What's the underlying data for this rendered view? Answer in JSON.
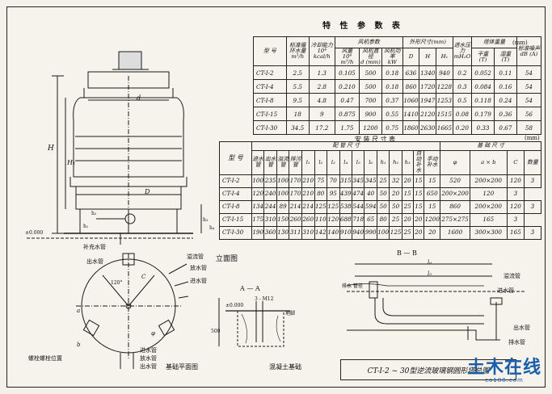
{
  "spec_table": {
    "title": "特 性 参 数 表",
    "unit": "(mm)",
    "headers": {
      "model": "型 号",
      "nominal_flow": "标准循环水量",
      "nominal_flow_unit": "m³/h",
      "cooling_capacity": "冷却能力",
      "cooling_capacity_unit": "10⁴ kcal/h",
      "fan_params": "风机参数",
      "air_volume": "风量",
      "air_volume_unit": "10⁴ m³/h",
      "fan_diameter": "风机直径",
      "fan_diameter_unit": "d (mm)",
      "motor_power": "风机功率",
      "motor_power_unit": "kW",
      "dimensions": "外形尺寸(mm)",
      "d_col": "D",
      "h_col": "H",
      "h1_col": "H₁",
      "inlet_pressure": "进水压力",
      "inlet_pressure_unit": "mH₂O",
      "weight": "塔体重量",
      "dry_weight": "干重",
      "dry_weight_unit": "(T)",
      "wet_weight": "湿重",
      "wet_weight_unit": "(T)",
      "noise": "标准噪声",
      "noise_unit": "dB (A)"
    },
    "rows": [
      [
        "CT-I-2",
        "2.5",
        "1.3",
        "0.105",
        "500",
        "0.18",
        "636",
        "1340",
        "940",
        "0.2",
        "0.052",
        "0.11",
        "54"
      ],
      [
        "CT-I-4",
        "5.5",
        "2.8",
        "0.210",
        "500",
        "0.18",
        "860",
        "1720",
        "1228",
        "0.3",
        "0.084",
        "0.16",
        "54"
      ],
      [
        "CT-I-8",
        "9.5",
        "4.8",
        "0.47",
        "700",
        "0.37",
        "1060",
        "1947",
        "1253",
        "0.5",
        "0.118",
        "0.24",
        "54"
      ],
      [
        "CT-I-15",
        "18",
        "9",
        "0.875",
        "900",
        "0.55",
        "1410",
        "2120",
        "1515",
        "0.08",
        "0.179",
        "0.36",
        "56"
      ],
      [
        "CT-I-30",
        "34.5",
        "17.2",
        "1.75",
        "1200",
        "0.75",
        "1860",
        "2630",
        "1665",
        "0.20",
        "0.33",
        "0.67",
        "58"
      ]
    ]
  },
  "pipe_table": {
    "title": "安 装 尺 寸 表",
    "unit": "(mm)",
    "headers": {
      "model": "型 号",
      "pipe_dims": "配 管 尺 寸",
      "foundation_dims": "基 础 尺 寸",
      "inlet": "进水管",
      "outlet": "出水管",
      "overflow": "溢流管",
      "drain": "排污管",
      "auto_makeup": "自动补水",
      "manual_makeup": "手动补水",
      "l1": "l₁",
      "l2": "l₂",
      "l3": "l₃",
      "l4": "l₄",
      "l5": "l₅",
      "l6": "l₆",
      "h1": "h₁",
      "h2": "h₂",
      "h3": "h₃",
      "h4": "h₄",
      "phi": "φ",
      "axb": "a × b",
      "c": "C",
      "count": "数量"
    },
    "rows": [
      [
        "CT-I-2",
        "100",
        "235",
        "100",
        "170",
        "210",
        "75",
        "70",
        "315",
        "345",
        "345",
        "25",
        "32",
        "20",
        "15",
        "15",
        "520",
        "200×200",
        "120",
        "3"
      ],
      [
        "CT-I-4",
        "120",
        "240",
        "100",
        "170",
        "210",
        "80",
        "95",
        "439",
        "474",
        "40",
        "50",
        "20",
        "15",
        "15",
        "650",
        "200×200",
        "120",
        "3"
      ],
      [
        "CT-I-8",
        "134",
        "244",
        "89",
        "214",
        "214",
        "125",
        "125",
        "538",
        "544",
        "594",
        "50",
        "50",
        "25",
        "15",
        "15",
        "860",
        "200×200",
        "120",
        "3"
      ],
      [
        "CT-I-15",
        "175",
        "310",
        "150",
        "260",
        "260",
        "110",
        "120",
        "688",
        "718",
        "65",
        "80",
        "25",
        "20",
        "20",
        "1200",
        "275×275",
        "165",
        "3"
      ],
      [
        "CT-I-30",
        "190",
        "360",
        "130",
        "311",
        "310",
        "142",
        "140",
        "910",
        "940",
        "990",
        "100",
        "125",
        "25",
        "20",
        "20",
        "1600",
        "300×300",
        "165",
        "3"
      ]
    ]
  },
  "drawing_labels": {
    "d": "d",
    "D": "D",
    "H": "H",
    "H1": "H₁",
    "h1": "h₁",
    "h2": "h₂",
    "h3": "h₃",
    "h4": "h₄",
    "ground_level": "±0.000",
    "makeup_pipe": "补充水管",
    "outlet_pipe": "出水管",
    "overflow_pipe": "溢流管",
    "drain_pipe": "放水管",
    "inlet_pipe": "进水管",
    "elevation_view": "立面图",
    "foundation_plan": "基础平面图",
    "foundation_bolt": "螺栓螺栓位置",
    "angle": "120°",
    "a_label": "a",
    "b_label": "b",
    "phi_label": "φ",
    "c_label": "C",
    "section_aa": "A — A",
    "bolt_spec": "3 - M12",
    "ground_level2": "±0.000",
    "depth_500": "500",
    "anchor": "地脚",
    "concrete": "混凝土基础",
    "section_bb": "B — B",
    "l6": "l₆",
    "l5": "l₅",
    "overflow_pipe2": "溢流管",
    "inlet_pipe2": "进水管",
    "outlet_pipe2": "出水管",
    "drain_pipe2": "排水管",
    "pipe_dia_label": "排水 管径",
    "title_caption": "CT-I-2 ~ 30型逆流玻璃钢圆形塔总图"
  },
  "watermark": {
    "main": "土木在线",
    "sub": "co188.com"
  }
}
